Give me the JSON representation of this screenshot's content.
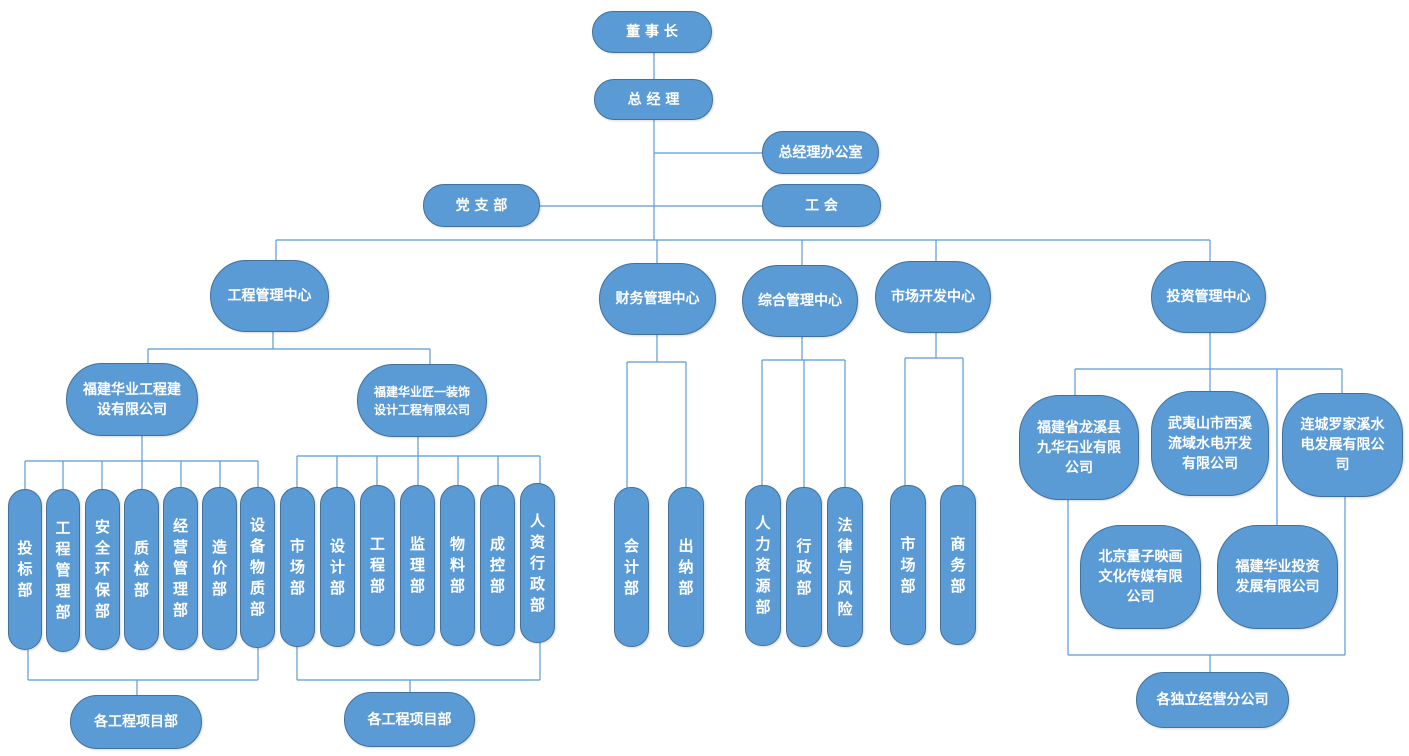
{
  "org": {
    "chairman": "董 事 长",
    "gm": "总 经 理",
    "gm_office": "总经理办公室",
    "party": "党 支 部",
    "union": "工 会",
    "eng_center": "工程管理中心",
    "fin_center": "财务管理中心",
    "gen_center": "综合管理中心",
    "mkt_center": "市场开发中心",
    "inv_center": "投资管理中心",
    "eng_co1": "福建华业工程建\n设有限公司",
    "eng_co2": "福建华业匠一装饰\n设计工程有限公司",
    "co1_depts": [
      "投\n标\n部",
      "工\n程\n管\n理\n部",
      "安\n全\n环\n保\n部",
      "质\n检\n部",
      "经\n营\n管\n理\n部",
      "造\n价\n部",
      "设\n备\n物\n质\n部"
    ],
    "co2_depts": [
      "市\n场\n部",
      "设\n计\n部",
      "工\n程\n部",
      "监\n理\n部",
      "物\n料\n部",
      "成\n控\n部",
      "人\n资\n行\n政\n部"
    ],
    "fin_depts": [
      "会\n计\n部",
      "出\n纳\n部"
    ],
    "gen_depts": [
      "人\n力\n资\n源\n部",
      "行\n政\n部",
      "法\n律\n与\n风\n险"
    ],
    "mkt_depts": [
      "市\n场\n部",
      "商\n务\n部"
    ],
    "projects1": "各工程项目部",
    "projects2": "各工程项目部",
    "inv_companies": [
      "福建省龙溪县\n九华石业有限\n公司",
      "武夷山市西溪\n流域水电开发\n有限公司",
      "连城罗家溪水\n电发展有限公\n司",
      "北京量子映画\n文化传媒有限\n公司",
      "福建华业投资\n发展有限公司"
    ],
    "branches": "各独立经营分公司"
  },
  "colors": {
    "node_fill": "#5b9bd5",
    "node_border": "#41719c",
    "line": "#5b9bd5",
    "text": "#ffffff"
  }
}
